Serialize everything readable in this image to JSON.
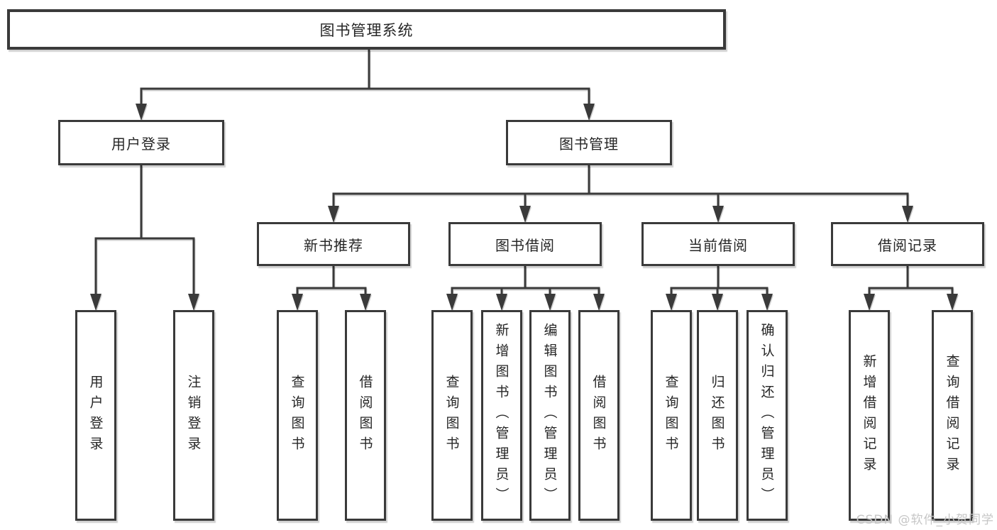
{
  "diagram": {
    "title": "图书管理系统",
    "children": [
      {
        "label": "用户登录",
        "children": [
          {
            "label": "用户登录"
          },
          {
            "label": "注销登录"
          }
        ]
      },
      {
        "label": "图书管理",
        "children": [
          {
            "label": "新书推荐",
            "children": [
              {
                "label": "查询图书"
              },
              {
                "label": "借阅图书"
              }
            ]
          },
          {
            "label": "图书借阅",
            "children": [
              {
                "label": "查询图书"
              },
              {
                "label": "新增图书（管理员）"
              },
              {
                "label": "编辑图书（管理员）"
              },
              {
                "label": "借阅图书"
              }
            ]
          },
          {
            "label": "当前借阅",
            "children": [
              {
                "label": "查询图书"
              },
              {
                "label": "归还图书"
              },
              {
                "label": "确认归还（管理员）"
              }
            ]
          },
          {
            "label": "借阅记录",
            "children": [
              {
                "label": "新增借阅记录"
              },
              {
                "label": "查询借阅记录"
              }
            ]
          }
        ]
      }
    ]
  },
  "watermark": {
    "text": "CSDN @软件_小贺同学"
  },
  "colors": {
    "line": "#3a3a3a",
    "box_border": "#3a3a3a",
    "text": "#262626",
    "watermark": "#c6c6c6",
    "background": "#ffffff"
  }
}
